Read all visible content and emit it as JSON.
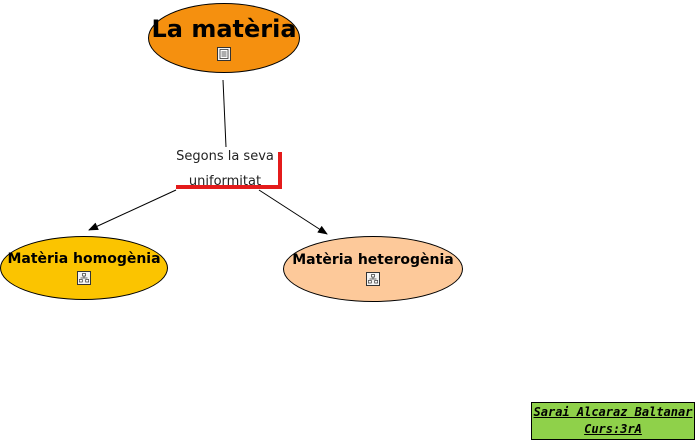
{
  "map": {
    "root": {
      "label": "La matèria",
      "icon": "document-icon",
      "color": "#f5900f"
    },
    "link": {
      "line1": "Segons la seva",
      "line2": "uniformitat"
    },
    "children": [
      {
        "label": "Matèria homogènia",
        "icon": "concept-map-icon",
        "color": "#fbc400"
      },
      {
        "label": "Matèria heterogènia",
        "icon": "concept-map-icon",
        "color": "#fdc99a"
      }
    ]
  },
  "credit": {
    "author": "Sarai Alcaraz Baltanar",
    "course": "Curs:3rA",
    "color": "#8fd14a"
  }
}
